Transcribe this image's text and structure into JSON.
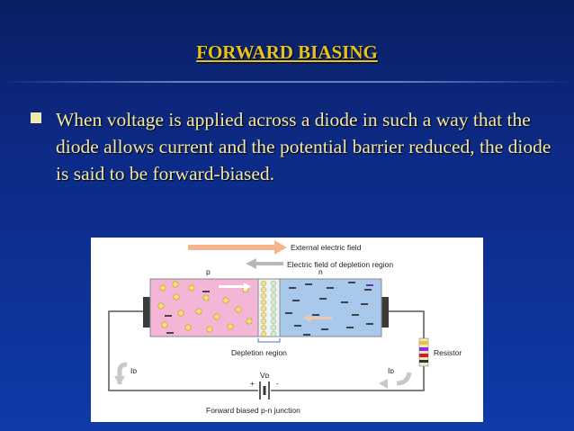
{
  "slide": {
    "title": "FORWARD BIASING",
    "bullet": "When voltage is applied across a diode in such a way that the diode allows current and the potential barrier reduced, the diode is said to be forward-biased."
  },
  "figure": {
    "external_field_label": "External electric field",
    "depletion_field_label": "Electric field of depletion region",
    "p_label": "p",
    "n_label": "n",
    "depletion_region_label": "Depletion region",
    "resistor_label": "Resistor",
    "current_label_left": "Iᴅ",
    "current_label_right": "Iᴅ",
    "voltage_label": "Vᴅ",
    "plus_label": "+",
    "minus_label": "-",
    "caption": "Forward biased p-n junction",
    "colors": {
      "external_arrow": "#f5b48c",
      "depletion_arrow": "#b8b8b8",
      "p_region": "#f4b6d6",
      "n_region": "#a9c9ec",
      "hole": "#f4df7a",
      "wire": "#555555"
    }
  }
}
